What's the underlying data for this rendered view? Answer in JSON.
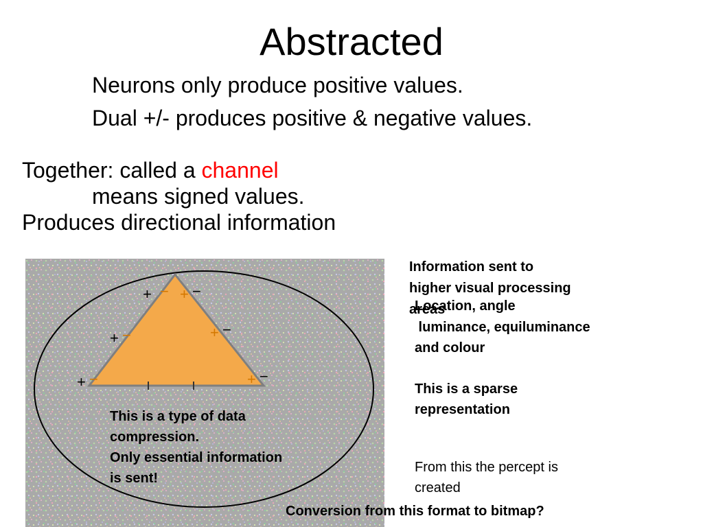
{
  "slide": {
    "title": "Abstracted",
    "subtitle_lines": [
      "Neurons only produce positive values.",
      "Dual +/- produces positive & negative values."
    ],
    "together_prefix": "Together: called a ",
    "together_highlight": "channel",
    "signed_values": "means signed values.",
    "directional": "Produces directional information",
    "highlight_color": "#ff0000"
  },
  "diagram": {
    "triangle_fill": "#f4a94a",
    "triangle_stroke": "#7f7f7f",
    "plus_sign": "+",
    "minus_sign": "−",
    "compression_lines": [
      "This is a type of data",
      "compression.",
      "Only essential information",
      "is sent!"
    ]
  },
  "right_notes": {
    "info_lines": [
      "Information sent to",
      "higher visual processing",
      "areas"
    ],
    "location_lines": [
      "Location, angle",
      " luminance, equiluminance",
      "and colour"
    ],
    "sparse_lines": [
      "This is a sparse",
      "representation"
    ],
    "percept_lines": [
      "From this the percept is",
      "created"
    ]
  },
  "conversion": "Conversion from this format to bitmap?"
}
